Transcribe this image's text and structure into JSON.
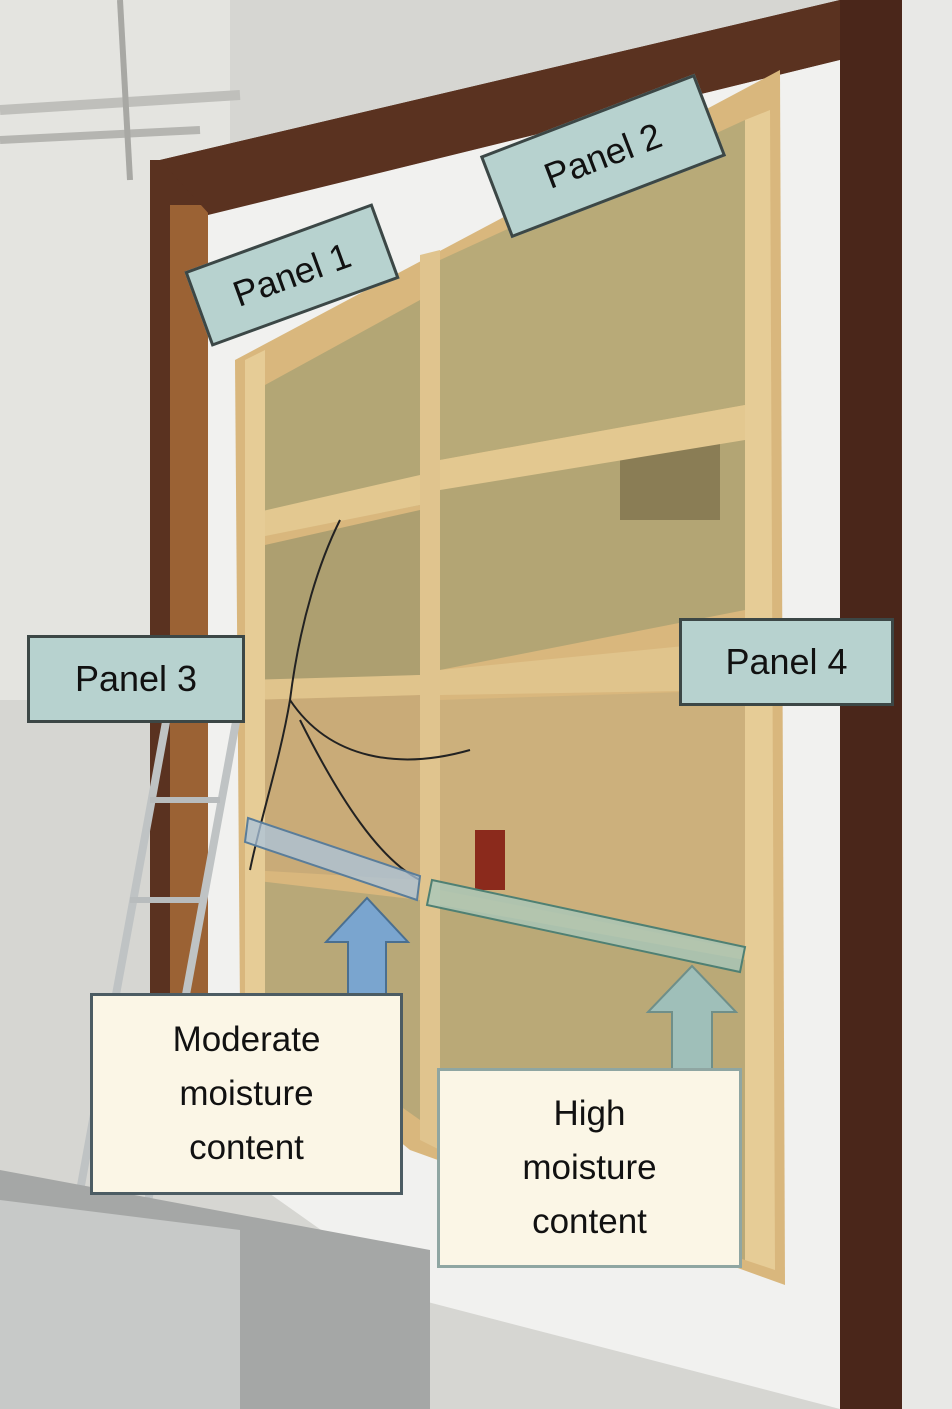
{
  "labels": {
    "panel_1": "Panel 1",
    "panel_2": "Panel 2",
    "panel_3": "Panel 3",
    "panel_4": "Panel 4"
  },
  "annotations": {
    "moderate": {
      "line1": "Moderate",
      "line2": "moisture",
      "line3": "content"
    },
    "high": {
      "line1": "High",
      "line2": "moisture",
      "line3": "content"
    }
  },
  "colors": {
    "panel_label_fill": "#b7d2cf",
    "moderate_arrow": "#7aa5cf",
    "high_arrow": "#9fbfb9",
    "note_fill": "#fbf6e6"
  }
}
